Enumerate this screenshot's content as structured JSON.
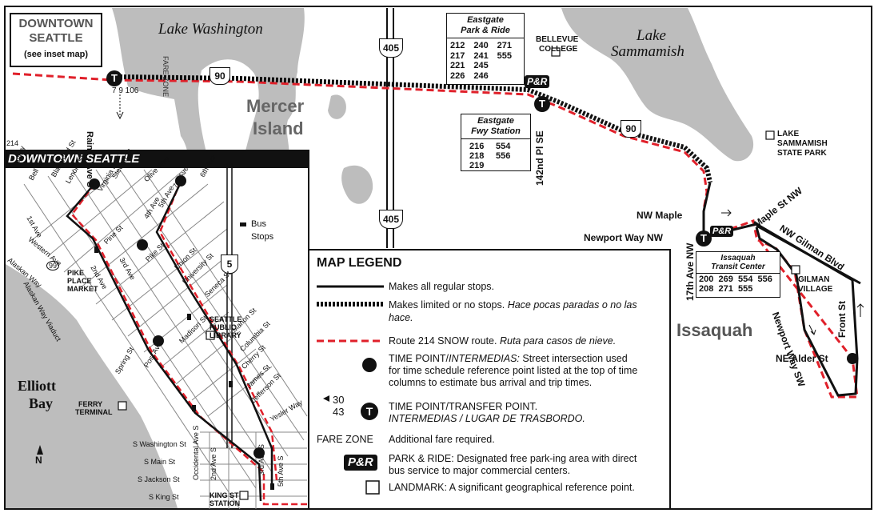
{
  "colors": {
    "route": "#111111",
    "snow": "#e0202a",
    "water": "#bdbdbd",
    "land": "#ffffff",
    "inset_bar": "#111111"
  },
  "header": {
    "title_line1": "DOWNTOWN",
    "title_line2": "SEATTLE",
    "note": "(see inset map)"
  },
  "water": {
    "lake_wa": "Lake Washington",
    "lake_samm_1": "Lake",
    "lake_samm_2": "Sammamish",
    "elliott_1": "Elliott",
    "elliott_2": "Bay"
  },
  "places": {
    "mercer_1": "Mercer",
    "mercer_2": "Island",
    "issaquah": "Issaquah",
    "bellevue_college_1": "BELLEVUE",
    "bellevue_college_2": "COLLEGE",
    "lake_samm_sp_1": "LAKE",
    "lake_samm_sp_2": "SAMMAMISH",
    "lake_samm_sp_3": "STATE PARK",
    "gilman_village_1": "GILMAN",
    "gilman_village_2": "VILLAGE"
  },
  "highways": {
    "i90_a": "90",
    "i90_b": "90",
    "i405_a": "405",
    "i405_b": "405",
    "i5": "5"
  },
  "streets": {
    "rainier": "Rainier Ave S",
    "fare_zone_vert": "FARE ZONE",
    "s142": "142nd Pl SE",
    "seventeenth": "17th Ave NW",
    "nw_maple": "NW Maple",
    "maple_st_nw": "Maple St NW",
    "newport_way_nw": "Newport Way NW",
    "nw_gilman": "NW Gilman Blvd",
    "newport_way_sw": "Newport Way SW",
    "front_st": "Front St",
    "ne_alder": "NE Alder St"
  },
  "transfers": {
    "rainier_routes": "7 9 106",
    "legend_routes_1": "30",
    "legend_routes_2": "43"
  },
  "eastgate_pr": {
    "title_1": "Eastgate",
    "title_2": "Park & Ride",
    "routes": [
      "212",
      "240",
      "271",
      "217",
      "241",
      "555",
      "221",
      "245",
      "",
      "226",
      "246",
      ""
    ]
  },
  "eastgate_fwy": {
    "title_1": "Eastgate",
    "title_2": "Fwy Station",
    "routes": [
      "216",
      "554",
      "218",
      "556",
      "219",
      ""
    ]
  },
  "issaquah_tc": {
    "title_1": "Issaquah",
    "title_2": "Transit Center",
    "routes": [
      "200",
      "269",
      "554",
      "556",
      "208",
      "271",
      "555",
      ""
    ]
  },
  "pr_badge": "P&R",
  "transit_icon": "T",
  "inset": {
    "route_number": "214",
    "title": "DOWNTOWN SEATTLE",
    "bus_stops_1": "Bus",
    "bus_stops_2": "Stops",
    "streets": [
      "Battery",
      "Bell St",
      "Blanchard St",
      "Lenora St",
      "Virginia St",
      "Stewart St",
      "Olive Way",
      "6th Ave",
      "7th Ave",
      "5th Ave",
      "4th Ave",
      "Pine St",
      "Pike St",
      "Union St",
      "University St",
      "Seneca St",
      "Madison St",
      "Marion St",
      "Columbia St",
      "Cherry St",
      "James St",
      "Jefferson St",
      "Yesler Way",
      "1st Ave",
      "2nd Ave",
      "3rd Ave",
      "Western Ave",
      "Alaskan Way",
      "Alaskan Way Viaduct",
      "Spring St",
      "Post Ave",
      "S Washington St",
      "S Main St",
      "S Jackson St",
      "S King St",
      "Occidental Ave S",
      "2nd Ave S",
      "5th Ave S",
      "3rd Ave S"
    ],
    "pike_1": "PIKE",
    "pike_2": "PLACE",
    "pike_3": "MARKET",
    "library_1": "SEATTLE",
    "library_2": "PUBLIC",
    "library_3": "LIBRARY",
    "ferry_1": "FERRY",
    "ferry_2": "TERMINAL",
    "kingst_1": "KING ST",
    "kingst_2": "STATION",
    "hwy99": "99",
    "north": "N"
  },
  "legend": {
    "title": "MAP LEGEND",
    "regular": "Makes all regular stops.",
    "limited_1": "Makes limited or no stops.",
    "limited_es_1": "Hace pocas paradas o no las",
    "limited_es_2": "hace.",
    "snow": "Route 214 SNOW route.",
    "snow_es": "Ruta para casos de nieve.",
    "tp_1": "TIME POINT/",
    "tp_es": "INTERMEDIAS:",
    "tp_2": "Street intersection used",
    "tp_3": "for time schedule reference point listed at the top of time",
    "tp_4": "columns to estimate bus arrival and trip times.",
    "tt_1": "TIME POINT/TRANSFER POINT.",
    "tt_2": "INTERMEDIAS / LUGAR DE TRASBORDO.",
    "fare_label": "FARE ZONE",
    "fare_text": "Additional fare required.",
    "pr_1": "PARK & RIDE: Designated free park-ing area with direct",
    "pr_2": "bus service to major commercial centers.",
    "landmark": "LANDMARK: A significant geographical reference point."
  }
}
